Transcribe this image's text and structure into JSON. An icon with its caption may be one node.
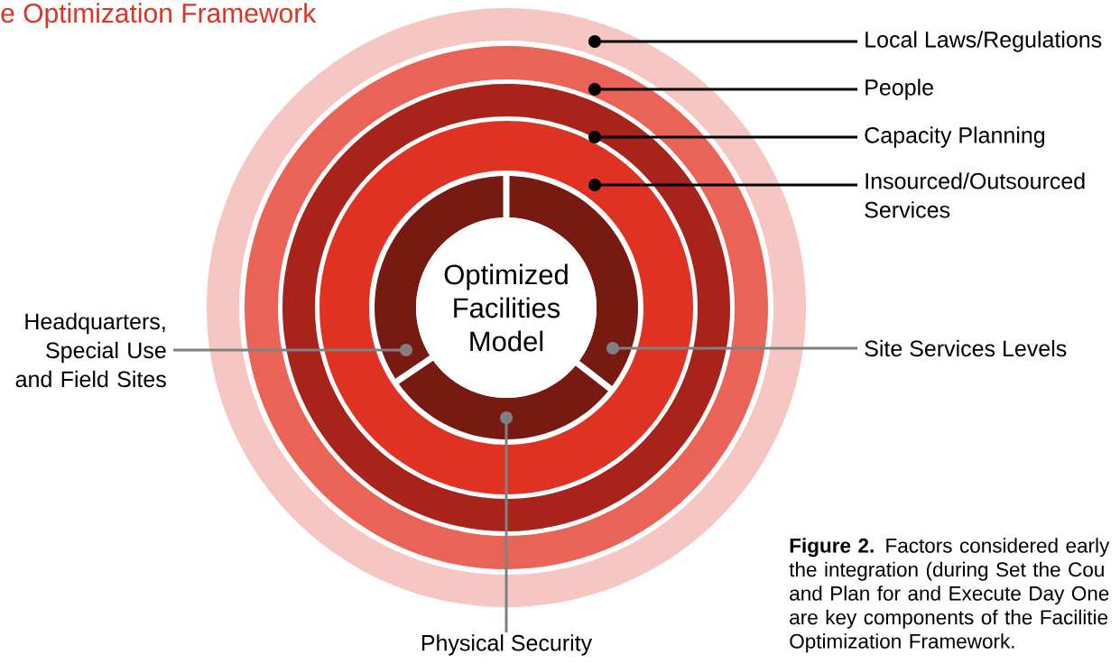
{
  "diagram": {
    "title": "e Optimization Framework",
    "caption": "**Figure 2.** Factors considered early the integration (during Set the Cou and Plan for and Execute Day One are key components of the Facilitie Optimization Framework.",
    "nodes": [
      {
        "text": [],
        "shape": "ring"
      },
      {
        "text": [],
        "shape": "ring",
        "in": 0
      },
      {
        "text": [],
        "shape": "ring",
        "in": 1
      },
      {
        "text": [],
        "shape": "ring",
        "in": 2
      },
      {
        "text": [],
        "shape": "segment",
        "in": 3
      },
      {
        "text": [],
        "shape": "segment",
        "in": 3
      },
      {
        "text": [],
        "shape": "segment",
        "in": 3
      },
      {
        "text": [
          "Optimized Facilities Model"
        ],
        "in": 3
      },
      {
        "text": [
          "Local Laws/Regulations"
        ]
      },
      {
        "text": [
          "People"
        ]
      },
      {
        "text": [
          "Capacity Planning"
        ]
      },
      {
        "text": [
          "Insourced/Outsourced Services"
        ]
      },
      {
        "text": [
          "Headquarters, Special Use and Field Sites"
        ]
      },
      {
        "text": [
          "Site Services Levels"
        ]
      },
      {
        "text": [
          "Physical Security"
        ]
      }
    ],
    "edges": [
      {
        "from": 8,
        "to": 0,
        "arrow": "other"
      },
      {
        "from": 9,
        "to": 1,
        "arrow": "other"
      },
      {
        "from": 10,
        "to": 2,
        "arrow": "other"
      },
      {
        "from": 11,
        "to": 3,
        "arrow": "other"
      },
      {
        "from": 12,
        "to": 4,
        "arrow": "other",
        "color": "#808080"
      },
      {
        "from": 13,
        "to": 5,
        "arrow": "other",
        "color": "#808080"
      },
      {
        "from": 14,
        "to": 6,
        "arrow": "other",
        "color": "#808080"
      }
    ]
  }
}
